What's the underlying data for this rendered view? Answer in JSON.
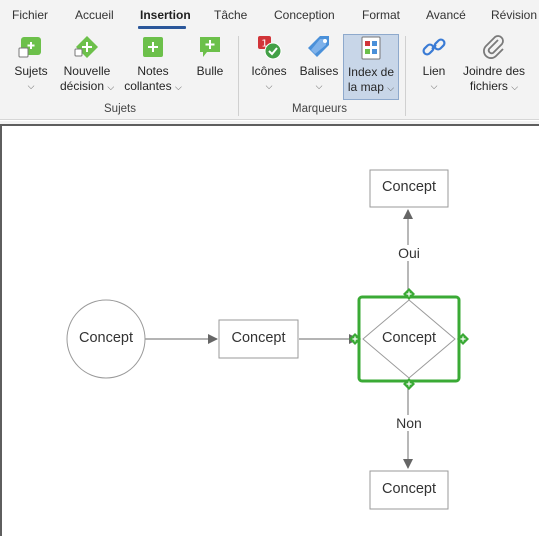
{
  "tabs": [
    {
      "label": "Fichier"
    },
    {
      "label": "Accueil"
    },
    {
      "label": "Insertion",
      "active": true
    },
    {
      "label": "Tâche"
    },
    {
      "label": "Conception"
    },
    {
      "label": "Format"
    },
    {
      "label": "Avancé"
    },
    {
      "label": "Révision"
    }
  ],
  "ribbon": {
    "sujets": {
      "line1": "Sujets",
      "chevron": "⌵"
    },
    "decision": {
      "line1": "Nouvelle",
      "line2": "décision",
      "chevron": "⌵"
    },
    "notes": {
      "line1": "Notes",
      "line2": "collantes",
      "chevron": "⌵"
    },
    "bulle": {
      "line1": "Bulle"
    },
    "icones": {
      "line1": "Icônes",
      "chevron": "⌵"
    },
    "balises": {
      "line1": "Balises",
      "chevron": "⌵"
    },
    "index": {
      "line1": "Index de",
      "line2": "la map",
      "chevron": "⌵"
    },
    "lien": {
      "line1": "Lien",
      "chevron": "⌵"
    },
    "joindre": {
      "line1": "Joindre des",
      "line2": "fichiers",
      "chevron": "⌵"
    },
    "groups": {
      "sujets": "Sujets",
      "marqueurs": "Marqueurs"
    },
    "icons": {
      "topic_color": "#6cc04a",
      "tag_color": "#4a90d9",
      "link_color": "#3a7bd5",
      "badge_red": "#d13438",
      "badge_green": "#43a047"
    }
  },
  "canvas": {
    "nodes": {
      "circle": "Concept",
      "box_middle": "Concept",
      "diamond": "Concept",
      "box_top": "Concept",
      "box_bottom": "Concept"
    },
    "edges": {
      "yes": "Oui",
      "no": "Non"
    },
    "selection_color": "#3aaa35"
  }
}
